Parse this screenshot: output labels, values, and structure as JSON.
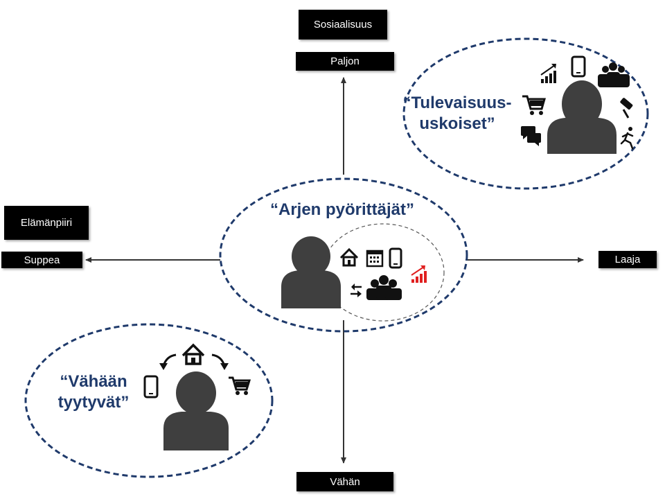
{
  "axes": {
    "vertical": {
      "title": "Sosiaalisuus",
      "top": "Paljon",
      "bottom": "Vähän"
    },
    "horizontal": {
      "title": "Elämänpiiri",
      "left": "Suppea",
      "right": "Laaja"
    }
  },
  "groups": {
    "top_right": {
      "title_line1": "“Tulevaisuus-",
      "title_line2": "uskoiset”",
      "icons": [
        "trend-up-icon",
        "smartphone-icon",
        "people-group-icon",
        "shopping-cart-icon",
        "paint-roller-icon",
        "chat-bubbles-icon",
        "runner-icon"
      ]
    },
    "center": {
      "title": "“Arjen pyörittäjät”",
      "icons": [
        "home-icon",
        "calendar-icon",
        "smartphone-icon",
        "trend-up-icon",
        "exchange-arrows-icon",
        "people-group-icon"
      ]
    },
    "bottom_left": {
      "title_line1": "“Vähään",
      "title_line2": "tyytyvät”",
      "icons": [
        "home-icon",
        "curved-arrow-left-icon",
        "curved-arrow-right-icon",
        "smartphone-icon",
        "shopping-cart-icon"
      ]
    }
  },
  "colors": {
    "ellipse_border": "#1f3a6b",
    "title_text": "#1f3a6b",
    "person": "#3f3f3f",
    "icon": "#111111",
    "trend_accent": "#e02020",
    "axis": "#333333"
  }
}
